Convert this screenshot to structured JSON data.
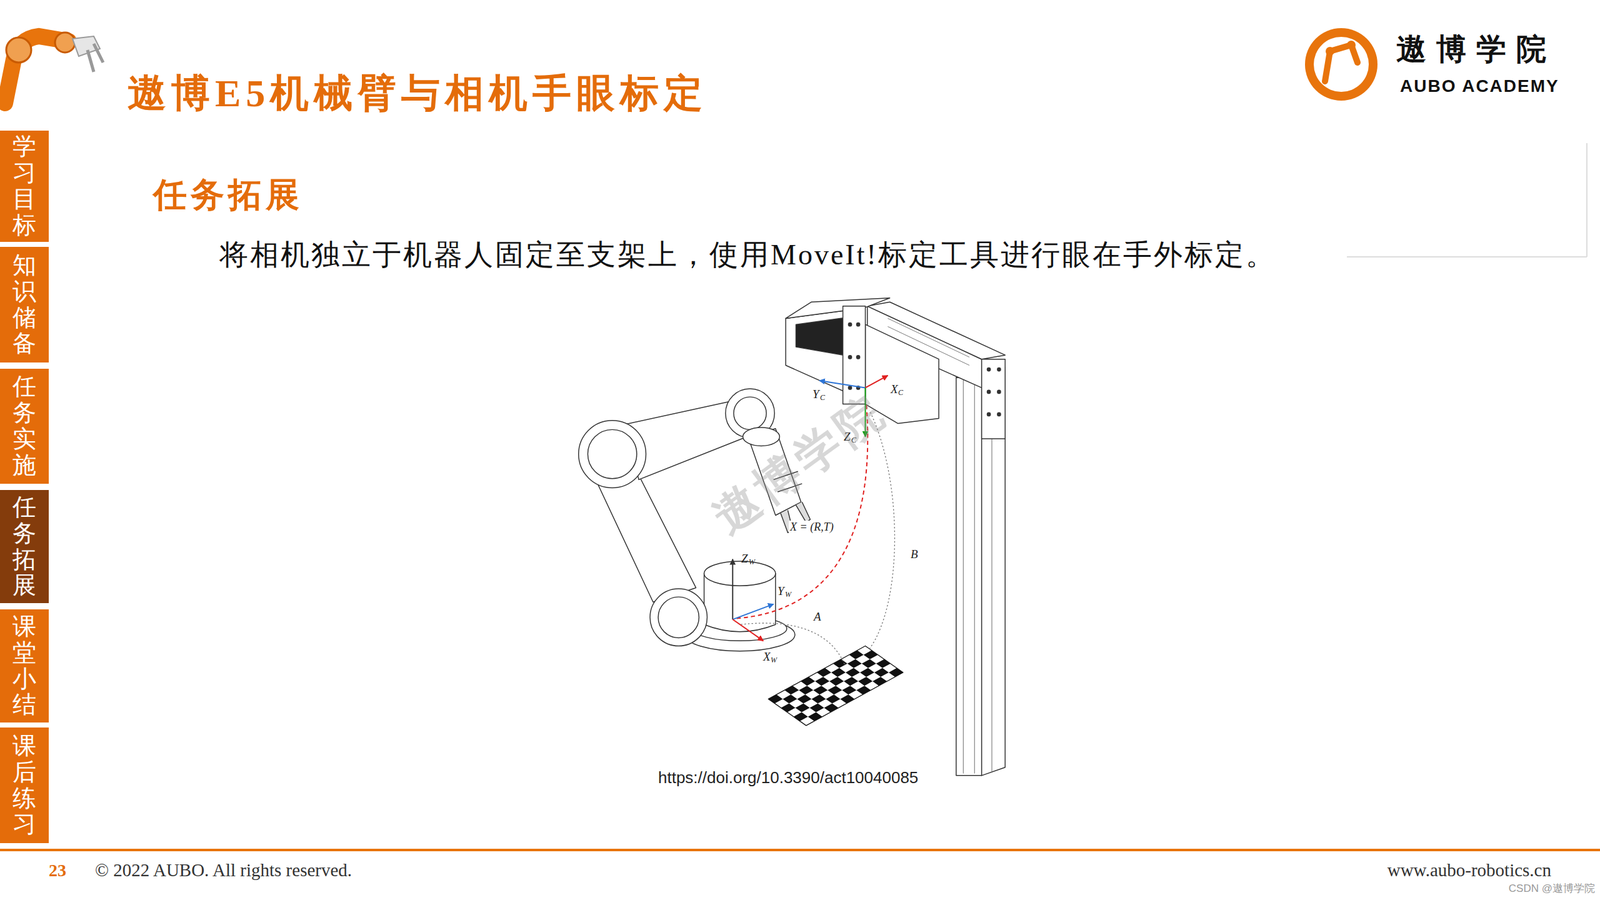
{
  "diagram": {
    "title": "遨博E5机械臂与相机手眼标定",
    "nodes": [
      {
        "text": [
          "学习目标"
        ]
      },
      {
        "text": [
          "知识储备"
        ]
      },
      {
        "text": [
          "任务实施"
        ]
      },
      {
        "text": [
          "任务拓展"
        ]
      },
      {
        "text": [
          "课堂小结"
        ]
      },
      {
        "text": [
          "课后练习"
        ]
      }
    ],
    "labels": [
      "遨博学院",
      "AUBO ACADEMY",
      "任务拓展",
      "将相机独立于机器人固定至支架上，使用MoveIt!标定工具进行眼在手外标定。",
      "Y",
      "C",
      "X",
      "C",
      "Z",
      "C",
      "X = (R,T)",
      "B",
      "Z",
      "W",
      "Y",
      "W",
      "A",
      "X",
      "W",
      "遨博学院",
      "https://doi.org/10.3390/act10040085",
      "23",
      "© 2022 AUBO. All rights reserved.",
      "www.aubo-robotics.cn",
      "CSDN @遨博学院"
    ]
  }
}
